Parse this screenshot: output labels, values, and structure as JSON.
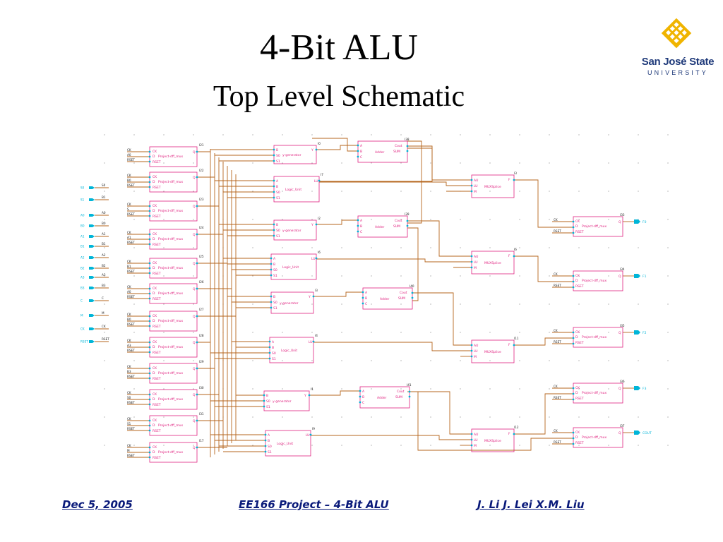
{
  "slide": {
    "title": "4-Bit ALU",
    "subtitle": "Top Level Schematic"
  },
  "logo": {
    "line1": "San José State",
    "line2": "UNIVERSITY",
    "gold": "#f0b400",
    "navy": "#1f3a7a"
  },
  "footer": {
    "date": "Dec 5, 2005",
    "project": "EE166 Project – 4-Bit ALU",
    "authors": "J. Li  J. Lei  X.M. Liu"
  },
  "schematic": {
    "colors": {
      "block": "#e0207f",
      "wire": "#b5651d",
      "pin": "#00b5d8",
      "grid": "#8a8a8a"
    },
    "input_ports": [
      "S0",
      "S1",
      "A0",
      "B0",
      "A1",
      "B1",
      "A2",
      "B2",
      "A3",
      "B3",
      "C",
      "M",
      "CK",
      "RSET"
    ],
    "input_labels": [
      "S0",
      "B1",
      "A0",
      "B0",
      "A1",
      "B1",
      "A2",
      "B2",
      "A3",
      "B3",
      "C",
      "M",
      "CK",
      "RSET"
    ],
    "dff_name": "Project-dff_mux",
    "dff_ids": [
      "I21",
      "I22",
      "I23",
      "I24",
      "I25",
      "I26",
      "I27",
      "I28",
      "I29",
      "I30",
      "I31",
      "I17"
    ],
    "dff_inputs": [
      "A0",
      "B0",
      "S",
      "A1",
      "B1",
      "A0",
      "B0",
      "A3",
      "B3",
      "S0",
      "S1",
      "M"
    ],
    "yg_name": "y-generator",
    "yg_ids": [
      "I0",
      "I2",
      "I3",
      "I1"
    ],
    "lu_name": "Logic_Unit",
    "lu_ids": [
      "I7",
      "I6",
      "I4",
      "I9"
    ],
    "adder_name": "Adder",
    "adder_ids": [
      "I38",
      "I39",
      "I40",
      "I41"
    ],
    "mux_name": "MUXSplice",
    "mux_ids": [
      "I3",
      "I6",
      "I11",
      "I12"
    ],
    "out_dff_ids": [
      "I33",
      "I34",
      "I35",
      "I36",
      "I37"
    ],
    "outputs": [
      "F0",
      "F1",
      "F2",
      "F3",
      "COUT"
    ]
  }
}
